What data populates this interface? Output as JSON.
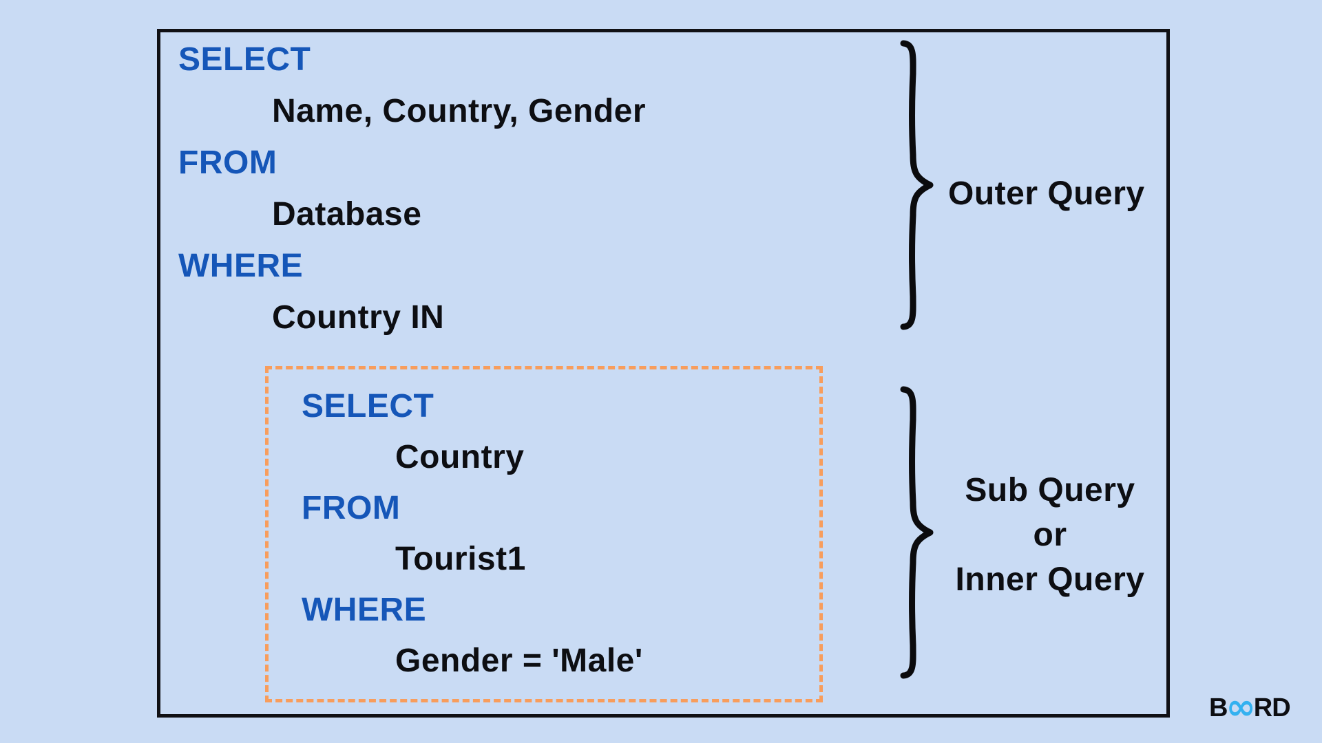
{
  "page": {
    "background_color": "#c9dbf4",
    "description": "SQL subquery explanation diagram"
  },
  "colors": {
    "keyword_blue": "#1556b8",
    "text_black": "#0d0e12",
    "dashed_box_orange": "#f89d5c",
    "brace_black": "#0b0b0d",
    "main_box_border": "#101014",
    "logo_cyan": "#33b1f0"
  },
  "outer_query": {
    "lines": [
      {
        "type": "keyword",
        "text": "SELECT"
      },
      {
        "type": "value",
        "text": "Name, Country, Gender"
      },
      {
        "type": "keyword",
        "text": "FROM"
      },
      {
        "type": "value",
        "text": "Database"
      },
      {
        "type": "keyword",
        "text": "WHERE"
      },
      {
        "type": "value",
        "text": "Country IN"
      }
    ],
    "brace_label": "Outer Query"
  },
  "sub_query": {
    "lines": [
      {
        "type": "keyword",
        "text": "SELECT"
      },
      {
        "type": "value",
        "text": "Country"
      },
      {
        "type": "keyword",
        "text": "FROM"
      },
      {
        "type": "value",
        "text": "Tourist1"
      },
      {
        "type": "keyword",
        "text": "WHERE"
      },
      {
        "type": "value",
        "text": "Gender = 'Male'"
      }
    ],
    "brace_label_lines": [
      "Sub Query",
      "or",
      "Inner Query"
    ]
  },
  "logo": {
    "prefix": "B",
    "infinity": "∞",
    "suffix": "RD"
  }
}
